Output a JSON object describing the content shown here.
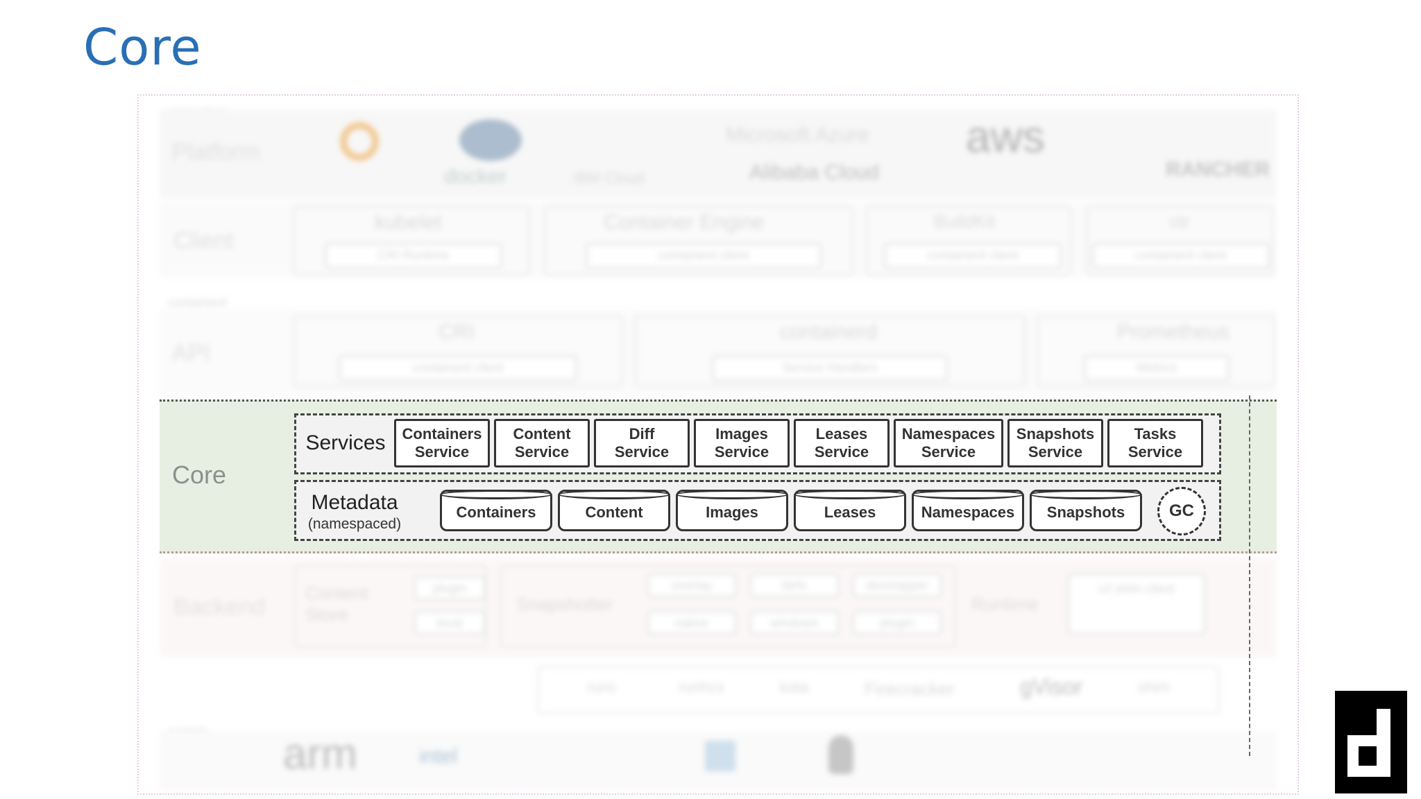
{
  "title": "Core",
  "core": {
    "label": "Core",
    "services_label": "Services",
    "services": [
      "Containers\nService",
      "Content\nService",
      "Diff\nService",
      "Images\nService",
      "Leases\nService",
      "Namespaces\nService",
      "Snapshots\nService",
      "Tasks\nService"
    ],
    "metadata_label": "Metadata",
    "metadata_sub": "(namespaced)",
    "metadata": [
      "Containers",
      "Content",
      "Images",
      "Leases",
      "Namespaces",
      "Snapshots"
    ],
    "gc_label": "GC"
  },
  "background": {
    "ecosystem_label": "ecosystem",
    "containerd_label": "containerd",
    "system_label": "system",
    "platform_label": "Platform",
    "client_label": "Client",
    "api_label": "API",
    "backend_label": "Backend",
    "platform_logos": [
      "docker",
      "IBM Cloud",
      "Microsoft Azure",
      "Alibaba Cloud",
      "aws",
      "RANCHER"
    ],
    "client_boxes": [
      "kubelet",
      "Container Engine",
      "BuildKit",
      "ctr"
    ],
    "client_sub": [
      "CRI Runtime",
      "containerd client",
      "containerd client",
      "containerd client"
    ],
    "api_boxes": [
      "CRI",
      "containerd",
      "Prometheus"
    ],
    "api_sub": [
      "containerd client",
      "Service Handlers",
      "Metrics"
    ],
    "backend_items": [
      "Content Store",
      "Snapshotter",
      "Runtime"
    ],
    "snapshotter_opts": [
      "overlay",
      "btrfs",
      "devmapper",
      "native",
      "windows",
      "plugin"
    ],
    "content_opts": [
      "plugin",
      "local"
    ],
    "runtime_opts": [
      "v2 shim client"
    ],
    "shim_items": [
      "runc",
      "runhcs",
      "kata",
      "Firecracker",
      "gVisor",
      "shim"
    ],
    "system_logos": [
      "arm",
      "intel"
    ]
  },
  "colors": {
    "title": "#2a6fb5",
    "core_band": "#e6efe1"
  }
}
